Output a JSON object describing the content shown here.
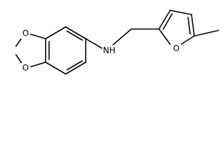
{
  "molecule": {
    "atom_labels": {
      "amine": "NH",
      "furan_oxygen": "O",
      "dioxole_oxygen_top": "O",
      "dioxole_oxygen_bottom": "O"
    },
    "colors": {
      "bond": "#000000",
      "label": "#000000",
      "background": "#ffffff"
    }
  }
}
